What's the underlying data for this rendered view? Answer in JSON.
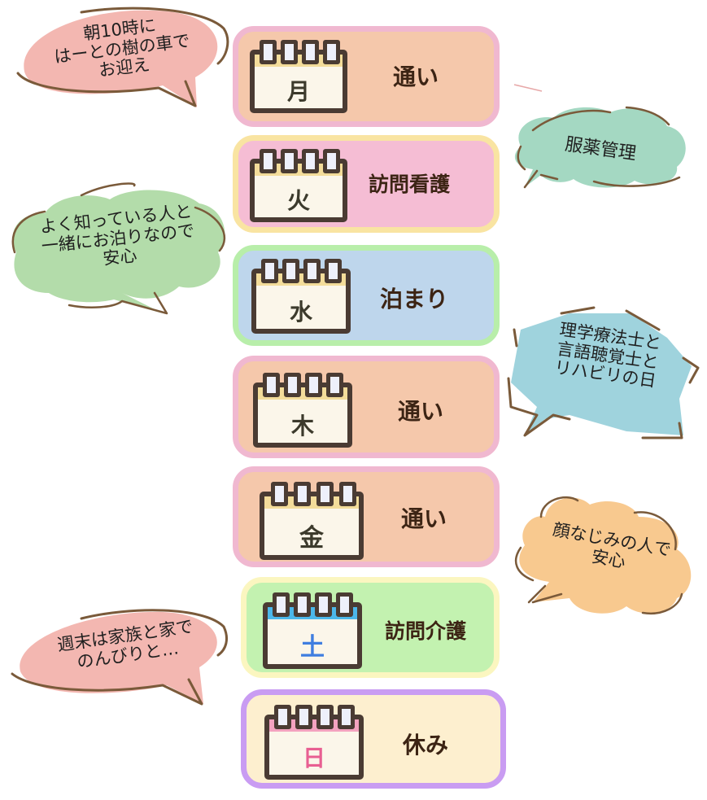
{
  "colors": {
    "outline_brown": "#4a3b33",
    "text_dark": "#3c2414",
    "bubble_stroke": "#7a5a3a"
  },
  "schedule": [
    {
      "day": "月",
      "activity": "通い",
      "fill": "#f5c8ab",
      "border": "#f0b8d0",
      "band": "#f3dc9a",
      "day_color": "#3c3a2c"
    },
    {
      "day": "火",
      "activity": "訪問看護",
      "fill": "#f5bdd4",
      "border": "#f9e4a2",
      "band": "#f3dc9a",
      "day_color": "#3c3a2c"
    },
    {
      "day": "水",
      "activity": "泊まり",
      "fill": "#bed6ec",
      "border": "#b8eeaa",
      "band": "#f3dc9a",
      "day_color": "#3c3a2c"
    },
    {
      "day": "木",
      "activity": "通い",
      "fill": "#f5c8ab",
      "border": "#f0b8d0",
      "band": "#f3dc9a",
      "day_color": "#3c3a2c"
    },
    {
      "day": "金",
      "activity": "通い",
      "fill": "#f5c8ab",
      "border": "#f0b8d0",
      "band": "#f3dc9a",
      "day_color": "#3c3a2c"
    },
    {
      "day": "土",
      "activity": "訪問介護",
      "fill": "#c3f2b0",
      "border": "#fbf6c0",
      "band": "#4cb7ea",
      "day_color": "#3f7ee0"
    },
    {
      "day": "日",
      "activity": "休み",
      "fill": "#fdefcf",
      "border": "#c99cf2",
      "band": "#f3a2bf",
      "day_color": "#e85f92"
    }
  ],
  "bubbles": [
    {
      "id": "pickup",
      "lines": [
        "朝10時に",
        "はーとの樹の車で",
        "お迎え"
      ],
      "fill": "#f3b7b1",
      "shape": "oval"
    },
    {
      "id": "medication",
      "lines": [
        "服薬管理"
      ],
      "fill": "#a4d8c2",
      "shape": "cloud"
    },
    {
      "id": "stay",
      "lines": [
        "よく知っている人と",
        "一緒にお泊りなので",
        "安心"
      ],
      "fill": "#b3dcaa",
      "shape": "cloud"
    },
    {
      "id": "rehab",
      "lines": [
        "理学療法士と",
        "言語聴覚士と",
        "リハビリの日"
      ],
      "fill": "#9fd3dd",
      "shape": "spiky"
    },
    {
      "id": "familiar",
      "lines": [
        "顔なじみの人で",
        "安心"
      ],
      "fill": "#f8c98f",
      "shape": "cloud"
    },
    {
      "id": "weekend",
      "lines": [
        "週末は家族と家で",
        "のんびりと…"
      ],
      "fill": "#f3b7b1",
      "shape": "oval"
    }
  ]
}
